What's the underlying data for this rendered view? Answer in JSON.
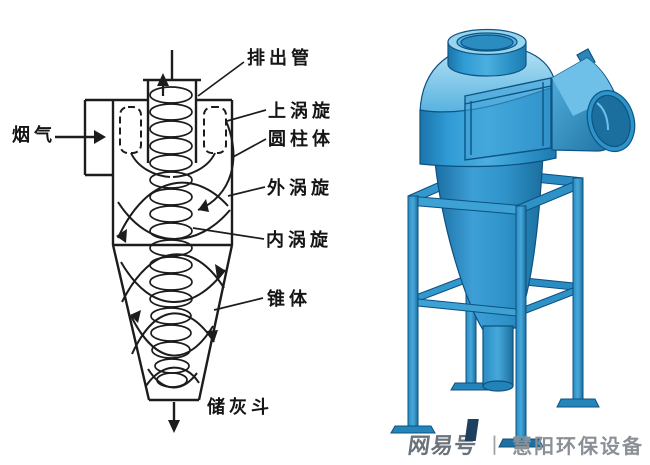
{
  "figure": {
    "left_diagram": {
      "type": "cyclone-separator-schematic",
      "line_color": "#1c1c1c",
      "labels": {
        "flue_gas": "烟气",
        "discharge_pipe": "排出管",
        "upper_vortex": "上涡旋",
        "cylinder": "圆柱体",
        "outer_vortex": "外涡旋",
        "inner_vortex": "内涡旋",
        "cone": "锥体",
        "ash_hopper": "储灰斗"
      }
    },
    "right_model": {
      "type": "cyclone-dust-collector-3d-render",
      "colors": {
        "base": "#2c96cf",
        "light": "#7fc9e8",
        "highlight": "#a5dcf2",
        "shadow": "#16699f",
        "outline": "#0a4e7c"
      }
    }
  },
  "watermark": {
    "platform": "网易号",
    "separator": "丨",
    "account": "慧阳环保设备",
    "flag_color": "#1f3f5e"
  }
}
